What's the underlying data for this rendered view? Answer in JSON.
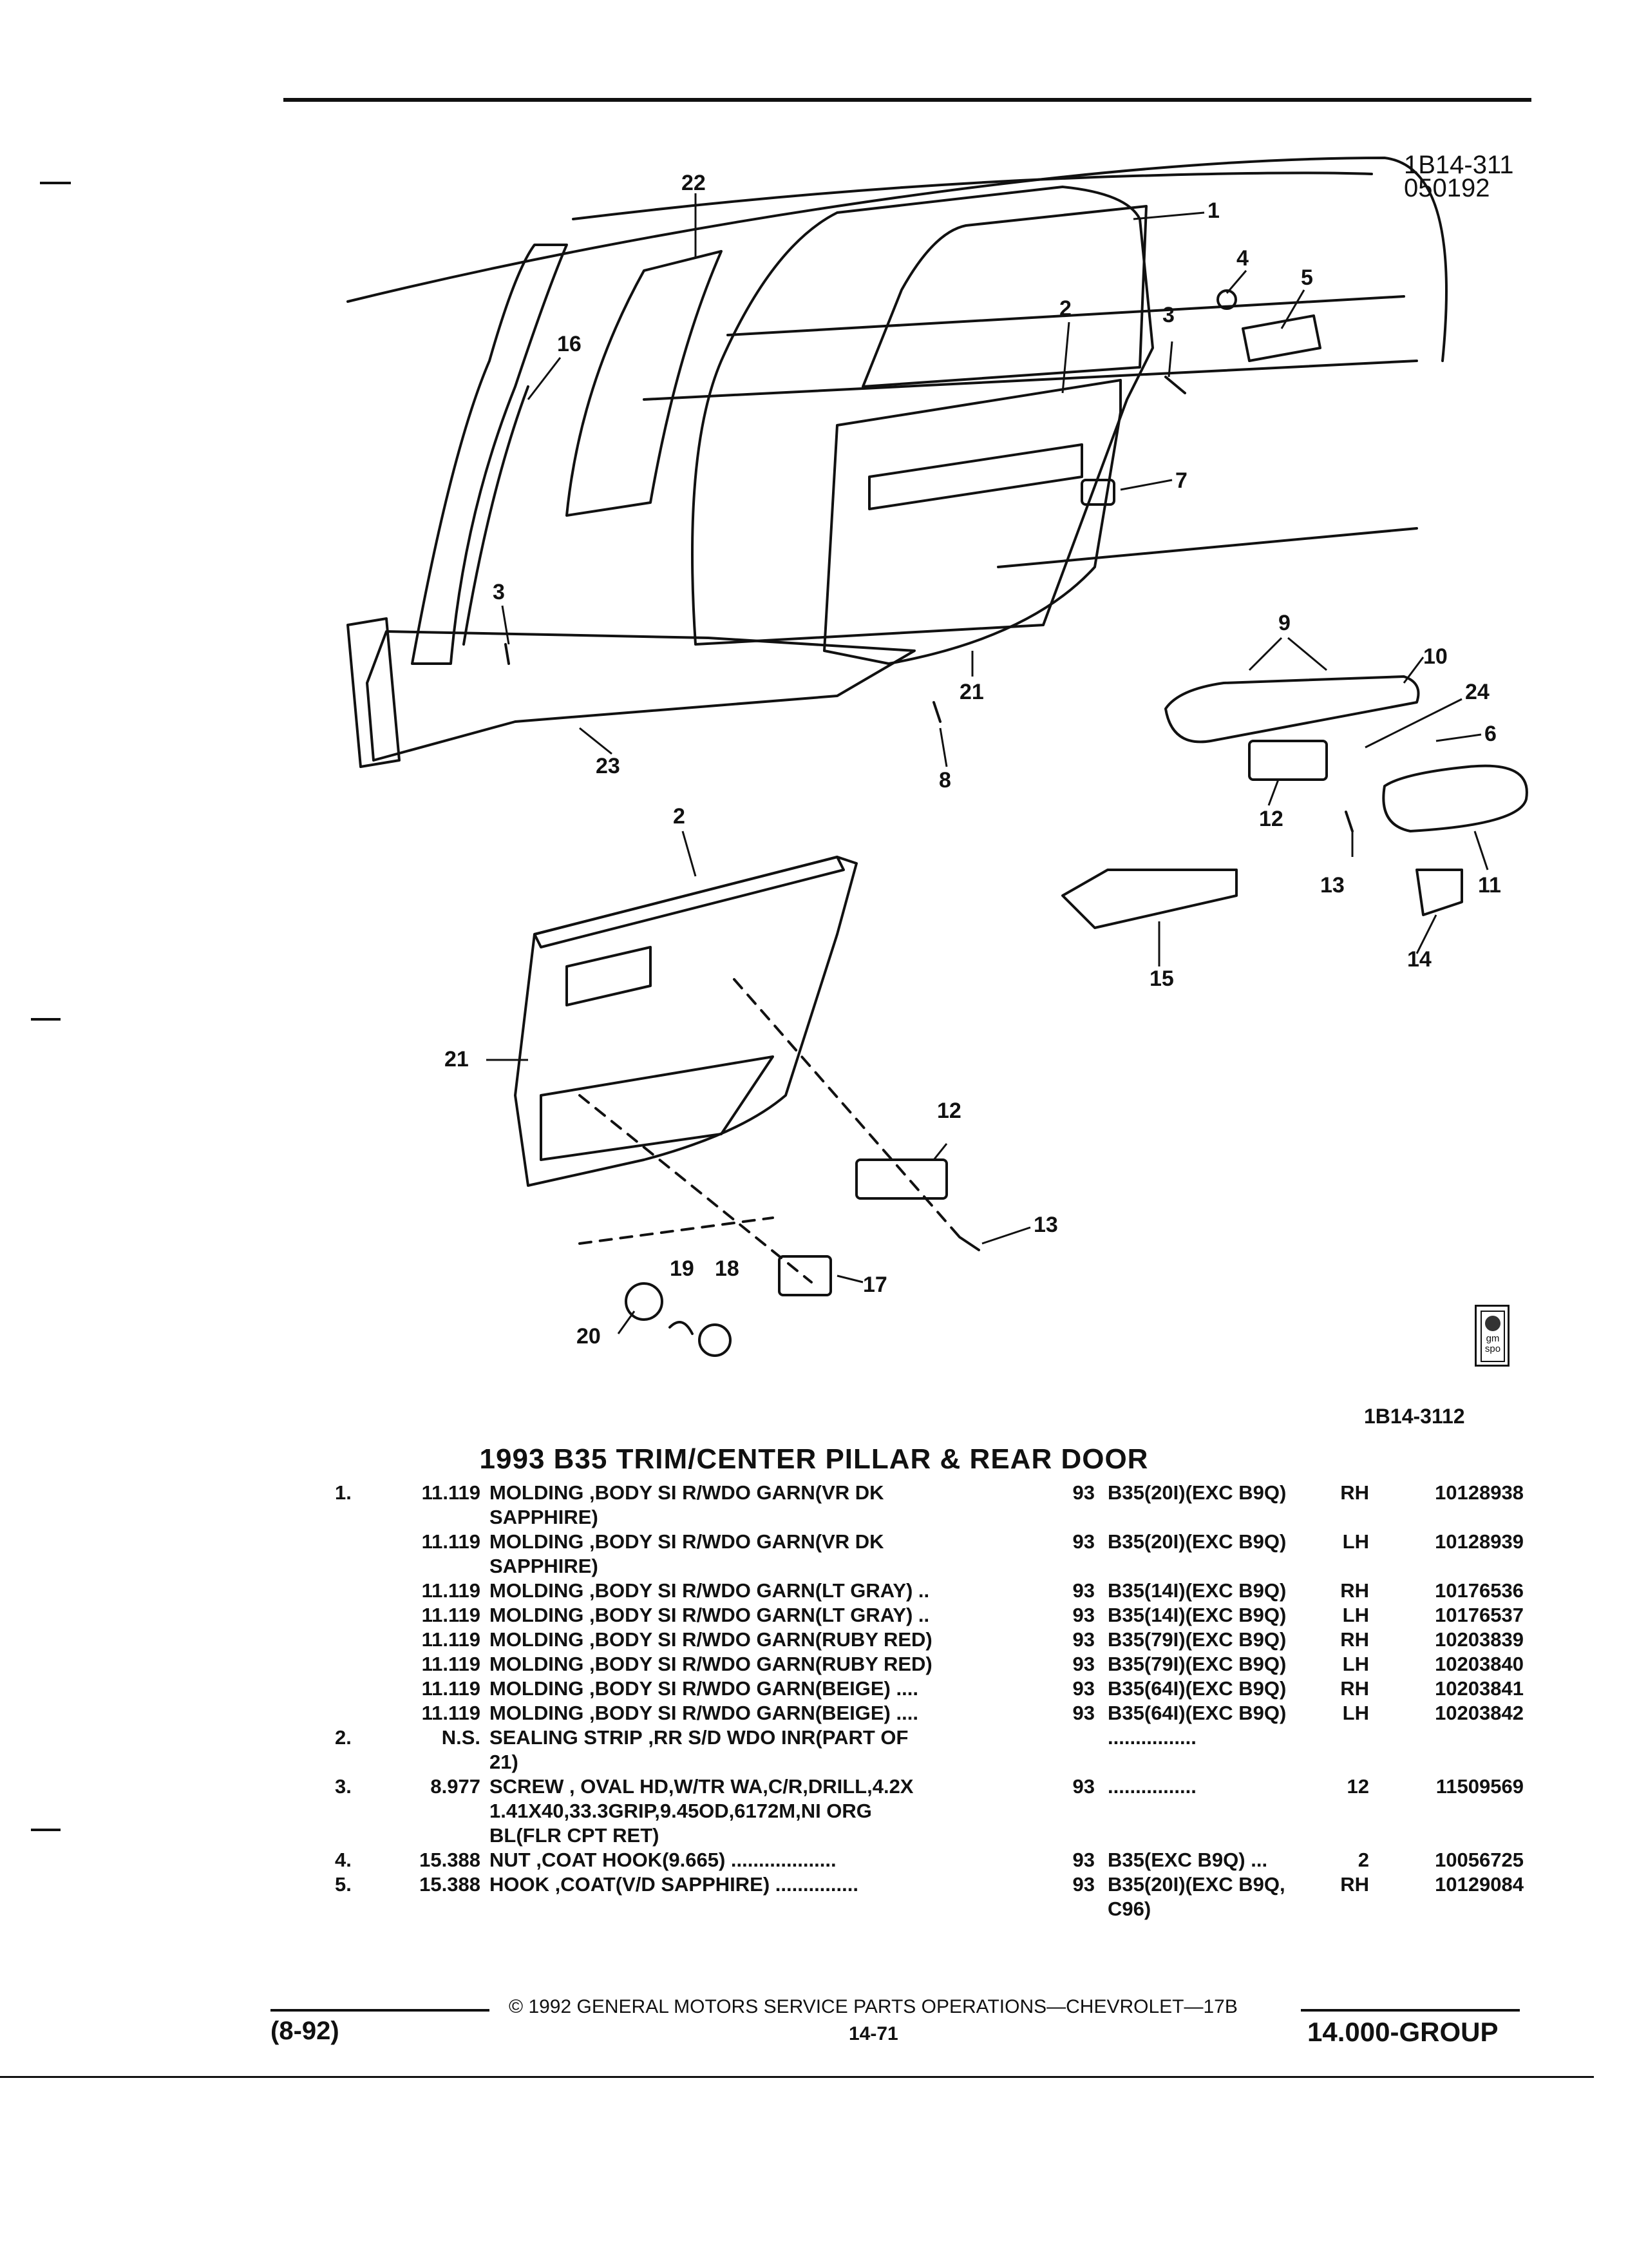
{
  "illustration": {
    "code_top_line1": "1B14-311",
    "code_top_line2": "050192",
    "code_bottom": "1B14-3112",
    "logo_text": "gm spo",
    "callouts": [
      "22",
      "1",
      "4",
      "5",
      "2",
      "3",
      "16",
      "7",
      "3",
      "9",
      "10",
      "21",
      "24",
      "6",
      "23",
      "8",
      "12",
      "13",
      "11",
      "2",
      "15",
      "14",
      "21",
      "12",
      "13",
      "19",
      "18",
      "17",
      "20"
    ]
  },
  "title": "1993 B35 TRIM/CENTER PILLAR & REAR DOOR",
  "parts": [
    {
      "item": "1.",
      "group": "11.119",
      "name": "MOLDING",
      "rest": " ,BODY SI R/WDO GARN(VR DK\nSAPPHIRE)",
      "year": "93",
      "model": "B35(20I)(EXC B9Q)",
      "qty": "RH",
      "pn": "10128938"
    },
    {
      "item": "",
      "group": "11.119",
      "name": "MOLDING",
      "rest": " ,BODY SI R/WDO GARN(VR DK\nSAPPHIRE)",
      "year": "93",
      "model": "B35(20I)(EXC B9Q)",
      "qty": "LH",
      "pn": "10128939"
    },
    {
      "item": "",
      "group": "11.119",
      "name": "MOLDING",
      "rest": " ,BODY SI R/WDO GARN(LT GRAY) ..",
      "year": "93",
      "model": "B35(14I)(EXC B9Q)",
      "qty": "RH",
      "pn": "10176536"
    },
    {
      "item": "",
      "group": "11.119",
      "name": "MOLDING",
      "rest": " ,BODY SI R/WDO GARN(LT GRAY) ..",
      "year": "93",
      "model": "B35(14I)(EXC B9Q)",
      "qty": "LH",
      "pn": "10176537"
    },
    {
      "item": "",
      "group": "11.119",
      "name": "MOLDING",
      "rest": " ,BODY SI R/WDO GARN(RUBY RED)",
      "year": "93",
      "model": "B35(79I)(EXC B9Q)",
      "qty": "RH",
      "pn": "10203839"
    },
    {
      "item": "",
      "group": "11.119",
      "name": "MOLDING",
      "rest": " ,BODY SI R/WDO GARN(RUBY RED)",
      "year": "93",
      "model": "B35(79I)(EXC B9Q)",
      "qty": "LH",
      "pn": "10203840"
    },
    {
      "item": "",
      "group": "11.119",
      "name": "MOLDING",
      "rest": " ,BODY SI R/WDO GARN(BEIGE) ....",
      "year": "93",
      "model": "B35(64I)(EXC B9Q)",
      "qty": "RH",
      "pn": "10203841"
    },
    {
      "item": "",
      "group": "11.119",
      "name": "MOLDING",
      "rest": " ,BODY SI R/WDO GARN(BEIGE) ....",
      "year": "93",
      "model": "B35(64I)(EXC B9Q)",
      "qty": "LH",
      "pn": "10203842"
    },
    {
      "item": "2.",
      "group": "N.S.",
      "name": "SEALING STRIP",
      "rest": " ,RR S/D WDO INR(PART OF\n21)",
      "year": "",
      "model": "................",
      "qty": "",
      "pn": ""
    },
    {
      "item": "3.",
      "group": "8.977",
      "name": "SCREW",
      "rest": " , OVAL HD,W/TR WA,C/R,DRILL,4.2X\n1.41X40,33.3GRIP,9.45OD,6172M,NI ORG\nBL(FLR CPT RET)",
      "year": "93",
      "model": "................",
      "qty": "12",
      "pn": "11509569"
    },
    {
      "item": "4.",
      "group": "15.388",
      "name": "NUT",
      "rest": " ,COAT HOOK(9.665) ...................",
      "year": "93",
      "model": "B35(EXC B9Q) ...",
      "qty": "2",
      "pn": "10056725"
    },
    {
      "item": "5.",
      "group": "15.388",
      "name": "HOOK",
      "rest": " ,COAT(V/D SAPPHIRE) ...............",
      "year": "93",
      "model": "B35(20I)(EXC B9Q,\nC96)",
      "qty": "RH",
      "pn": "10129084"
    }
  ],
  "footer": {
    "copyright": "© 1992 GENERAL MOTORS SERVICE PARTS OPERATIONS—CHEVROLET—17B",
    "date": "(8-92)",
    "page": "14-71",
    "group": "14.000-GROUP"
  }
}
